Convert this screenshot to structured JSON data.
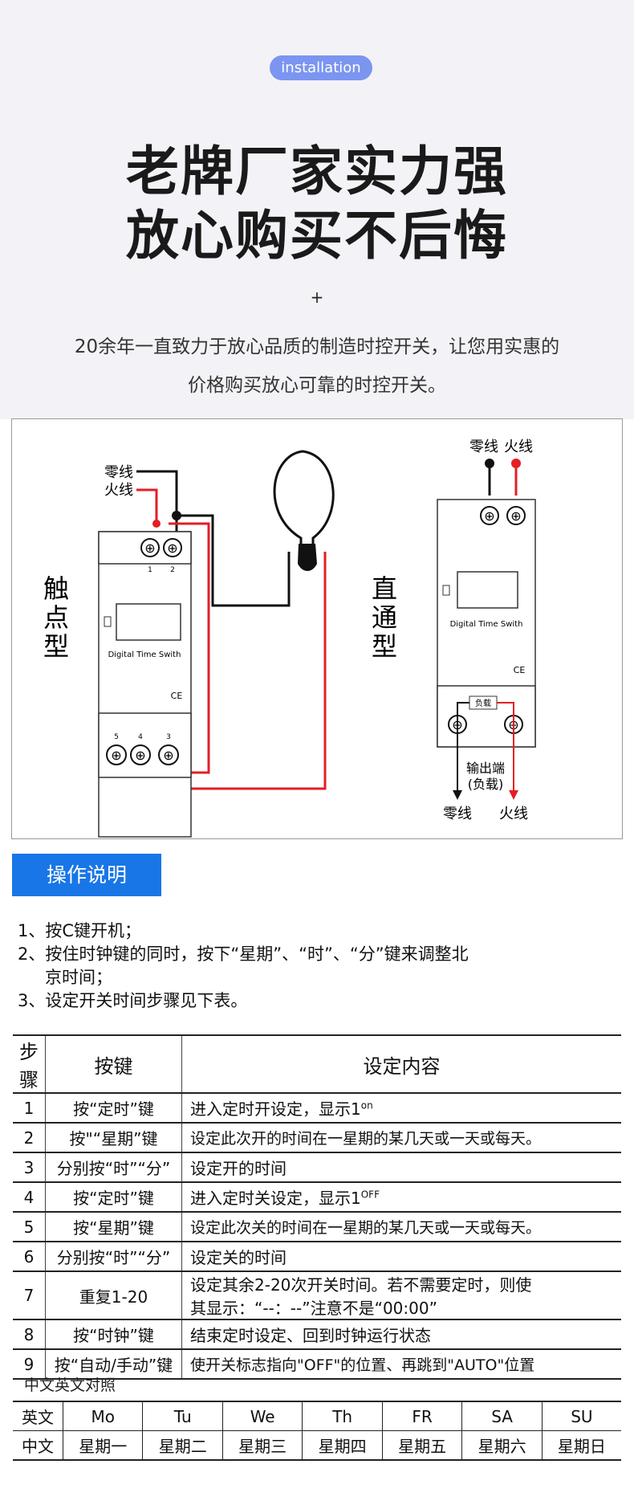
{
  "hero": {
    "pill": "installation",
    "headline_1": "老牌厂家实力强",
    "headline_2": "放心购买不后悔",
    "plus": "+",
    "sub_1": "20余年一直致力于放心品质的制造时控开关，让您用实惠的",
    "sub_2": "价格购买放心可靠的时控开关。"
  },
  "diagram": {
    "left_type": "触点型",
    "right_type": "直通型",
    "neutral_label": "零线",
    "live_label": "火线",
    "device_label": "Digital Time Swith",
    "ce": "CE",
    "terminal_nums_top": [
      "1",
      "2"
    ],
    "terminal_nums_bottom": [
      "5",
      "4",
      "3"
    ],
    "load_label": "负载",
    "output_label": "输出端",
    "output_sub": "(负载)",
    "colors": {
      "live": "#e31e24",
      "neutral": "#111111"
    }
  },
  "section": {
    "tag": "操作说明"
  },
  "instructions": [
    "1、按C键开机；",
    "2、按住时钟键的同时，按下“星期”、“时”、“分”键来调整北",
    "京时间；",
    "3、设定开关时间步骤见下表。"
  ],
  "steps_table": {
    "headers": [
      "步骤",
      "按键",
      "设定内容"
    ],
    "rows": [
      {
        "n": "1",
        "key": "按“定时”键",
        "content": "进入定时开设定，显示1",
        "sup": "on"
      },
      {
        "n": "2",
        "key": "按\"“星期”键",
        "content": "设定此次开的时间在一星期的某几天或一天或每天。",
        "sup": ""
      },
      {
        "n": "3",
        "key": "分别按“时”“分”",
        "content": "设定开的时间",
        "sup": ""
      },
      {
        "n": "4",
        "key": "按“定时”键",
        "content": "进入定时关设定，显示1",
        "sup": "OFF"
      },
      {
        "n": "5",
        "key": "按“星期”键",
        "content": "设定此次关的时间在一星期的某几天或一天或每天。",
        "sup": ""
      },
      {
        "n": "6",
        "key": "分别按“时”“分”",
        "content": "设定关的时间",
        "sup": ""
      },
      {
        "n": "7",
        "key": "重复1-20",
        "content": "设定其余2-20次开关时间。若不需要定时，则使",
        "content2": "其显示：“--：--”注意不是“00:00”",
        "sup": ""
      },
      {
        "n": "8",
        "key": "按“时钟”键",
        "content": "结束定时设定、回到时钟运行状态",
        "sup": ""
      },
      {
        "n": "9",
        "key": "按“自动/手动”键",
        "content": "使开关标志指向\"OFF\"的位置、再跳到\"AUTO\"位置",
        "sup": ""
      }
    ]
  },
  "week_table": {
    "title": "中文英文对照",
    "en_label": "英文",
    "cn_label": "中文",
    "en": [
      "Mo",
      "Tu",
      "We",
      "Th",
      "FR",
      "SA",
      "SU"
    ],
    "cn": [
      "星期一",
      "星期二",
      "星期三",
      "星期四",
      "星期五",
      "星期六",
      "星期日"
    ]
  }
}
